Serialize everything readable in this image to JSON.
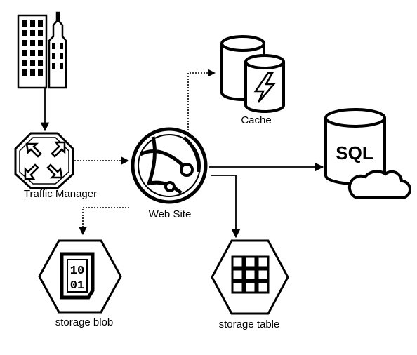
{
  "labels": {
    "traffic_manager": "Traffic Manager",
    "web_site": "Web Site",
    "cache": "Cache",
    "sql": "SQL",
    "blob": "storage blob",
    "table": "storage table",
    "blob_bits": [
      "10",
      "01"
    ]
  },
  "colors": {
    "stroke": "#000000",
    "fill": "#ffffff"
  }
}
